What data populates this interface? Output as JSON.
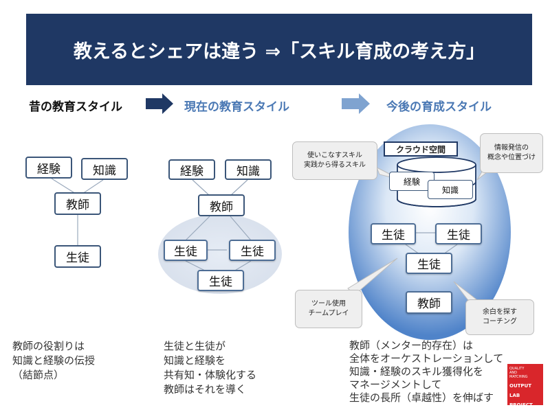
{
  "title": "教えるとシェアは違う ⇒「スキル育成の考え方」",
  "stages": [
    "昔の教育スタイル",
    "現在の教育スタイル",
    "今後の育成スタイル"
  ],
  "past": {
    "n1": "経験",
    "n2": "知識",
    "teacher": "教師",
    "student": "生徒"
  },
  "present": {
    "n1": "経験",
    "n2": "知識",
    "teacher": "教師",
    "s1": "生徒",
    "s2": "生徒",
    "s3": "生徒"
  },
  "future": {
    "cloud": "クラウド空間",
    "keiken": "経験",
    "chishiki": "知識",
    "s1": "生徒",
    "s2": "生徒",
    "s3": "生徒",
    "teacher": "教師",
    "callout_skill_1": "使いこなすスキル",
    "callout_skill_2": "実践から得るスキル",
    "callout_info_1": "情報発信の",
    "callout_info_2": "概念や位置づけ",
    "callout_tool_1": "ツール使用",
    "callout_tool_2": "チームプレイ",
    "callout_coach_1": "余白を探す",
    "callout_coach_2": "コーチング"
  },
  "descriptions": {
    "past": [
      "教師の役割りは",
      "知識と経験の伝授",
      "（結節点）"
    ],
    "present": [
      "生徒と生徒が",
      "知識と経験を",
      "共有知・体験化する",
      "教師はそれを導く"
    ],
    "future": [
      "教師（メンター的存在）は",
      "全体をオーケストレーションして",
      "知識・経験のスキル獲得化を",
      "マネージメントして",
      "生徒の長所（卓越性）を伸ばす"
    ]
  },
  "logo": {
    "line1": "QUALITY",
    "line2": "AND",
    "line3": "MATCHING",
    "line4": "OUTPUT",
    "line5": "LAB",
    "line6": "PROJECT"
  },
  "colors": {
    "title_bg": "#1f3864",
    "accent": "#4a78b4",
    "arrow_dark": "#1f3864",
    "arrow_light": "#7fa3d0",
    "logo_red": "#d9262b"
  }
}
